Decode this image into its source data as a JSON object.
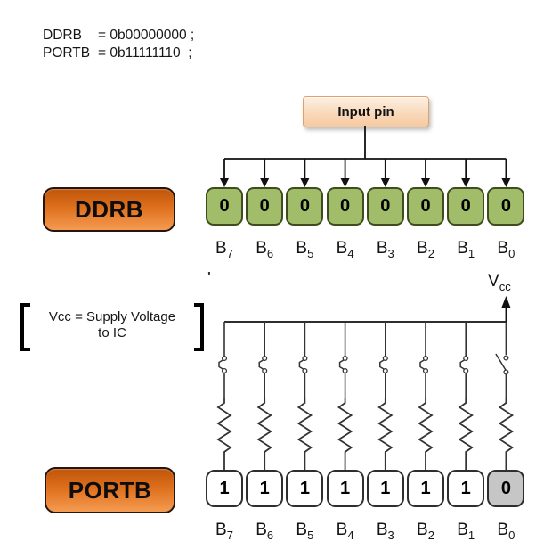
{
  "code": {
    "lines": [
      {
        "name": "DDRB",
        "value": "= 0b00000000 ;"
      },
      {
        "name": "PORTB",
        "value": "= 0b11111110  ;"
      }
    ]
  },
  "input_pin_label": "Input pin",
  "ddrb": {
    "badge_label": "DDRB",
    "bits": [
      "0",
      "0",
      "0",
      "0",
      "0",
      "0",
      "0",
      "0"
    ]
  },
  "portb": {
    "badge_label": "PORTB",
    "bits": [
      "1",
      "1",
      "1",
      "1",
      "1",
      "1",
      "1",
      "0"
    ]
  },
  "bit_labels": [
    {
      "b": "B",
      "s": "7"
    },
    {
      "b": "B",
      "s": "6"
    },
    {
      "b": "B",
      "s": "5"
    },
    {
      "b": "B",
      "s": "4"
    },
    {
      "b": "B",
      "s": "3"
    },
    {
      "b": "B",
      "s": "2"
    },
    {
      "b": "B",
      "s": "1"
    },
    {
      "b": "B",
      "s": "0"
    }
  ],
  "vcc_note": {
    "line1": "Vcc = Supply Voltage",
    "line2": "to IC"
  },
  "vcc_label": {
    "base": "V",
    "sub": "cc"
  },
  "stray_mark": "'",
  "colors": {
    "badge_orange": "#e0721f",
    "register_green": "#a2bd6a",
    "inactive_gray": "#c6c6c6",
    "input_pin_peach": "#f8d0ac",
    "wire": "#333333"
  }
}
